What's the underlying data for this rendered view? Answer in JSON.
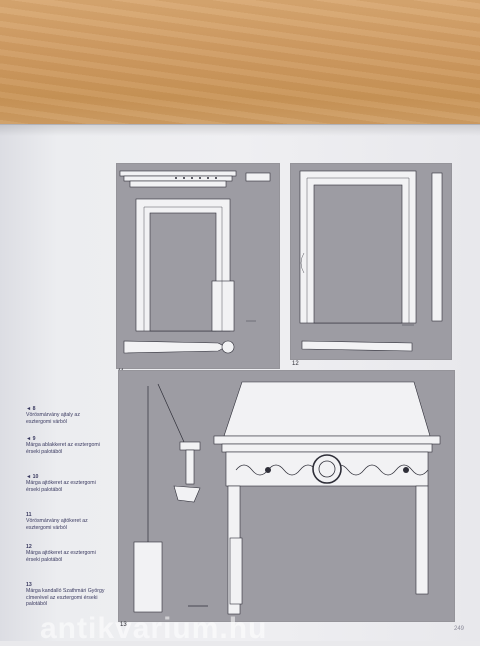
{
  "figures": {
    "fig11": {
      "number": "11"
    },
    "fig12": {
      "number": "12"
    },
    "fig13": {
      "number": "13"
    }
  },
  "captions": [
    {
      "num": "◄ 8",
      "text": "Vörösmárvány ajtaly az esztergomi várból"
    },
    {
      "num": "◄ 9",
      "text": "Márga ablakkeret az esztergomi érseki palotából"
    },
    {
      "num": "◄ 10",
      "text": "Márga ajtókeret az esztergomi érseki palotából"
    },
    {
      "num": "11",
      "text": "Vörösmárvány ajtókeret az esztergomi várból"
    },
    {
      "num": "12",
      "text": "Márga ajtókeret az esztergomi érseki palotából"
    },
    {
      "num": "13",
      "text": "Márga kandalló Szathmári György címerével az esztergomi érseki palotából"
    }
  ],
  "page_number": "249",
  "watermark": "antikvarium.hu",
  "colors": {
    "plate": "#9d9ca3",
    "drawing": "#f2f2f4",
    "outline": "#2e2e38",
    "caption_text": "#3a3a60"
  }
}
